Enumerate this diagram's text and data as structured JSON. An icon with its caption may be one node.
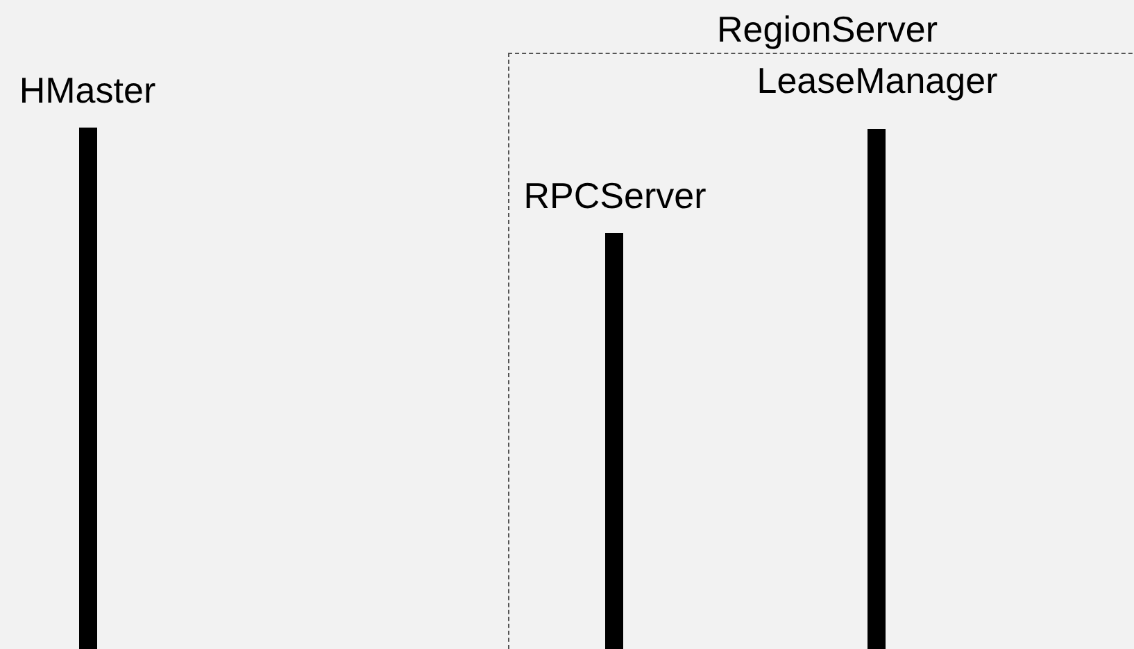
{
  "diagram": {
    "nodes": [
      {
        "text": [
          "HMaster"
        ]
      },
      {
        "text": [
          "RegionServer"
        ]
      },
      {
        "text": [
          "RPCServer"
        ],
        "in": 1
      },
      {
        "text": [
          "LeaseManager"
        ],
        "in": 1
      }
    ]
  }
}
